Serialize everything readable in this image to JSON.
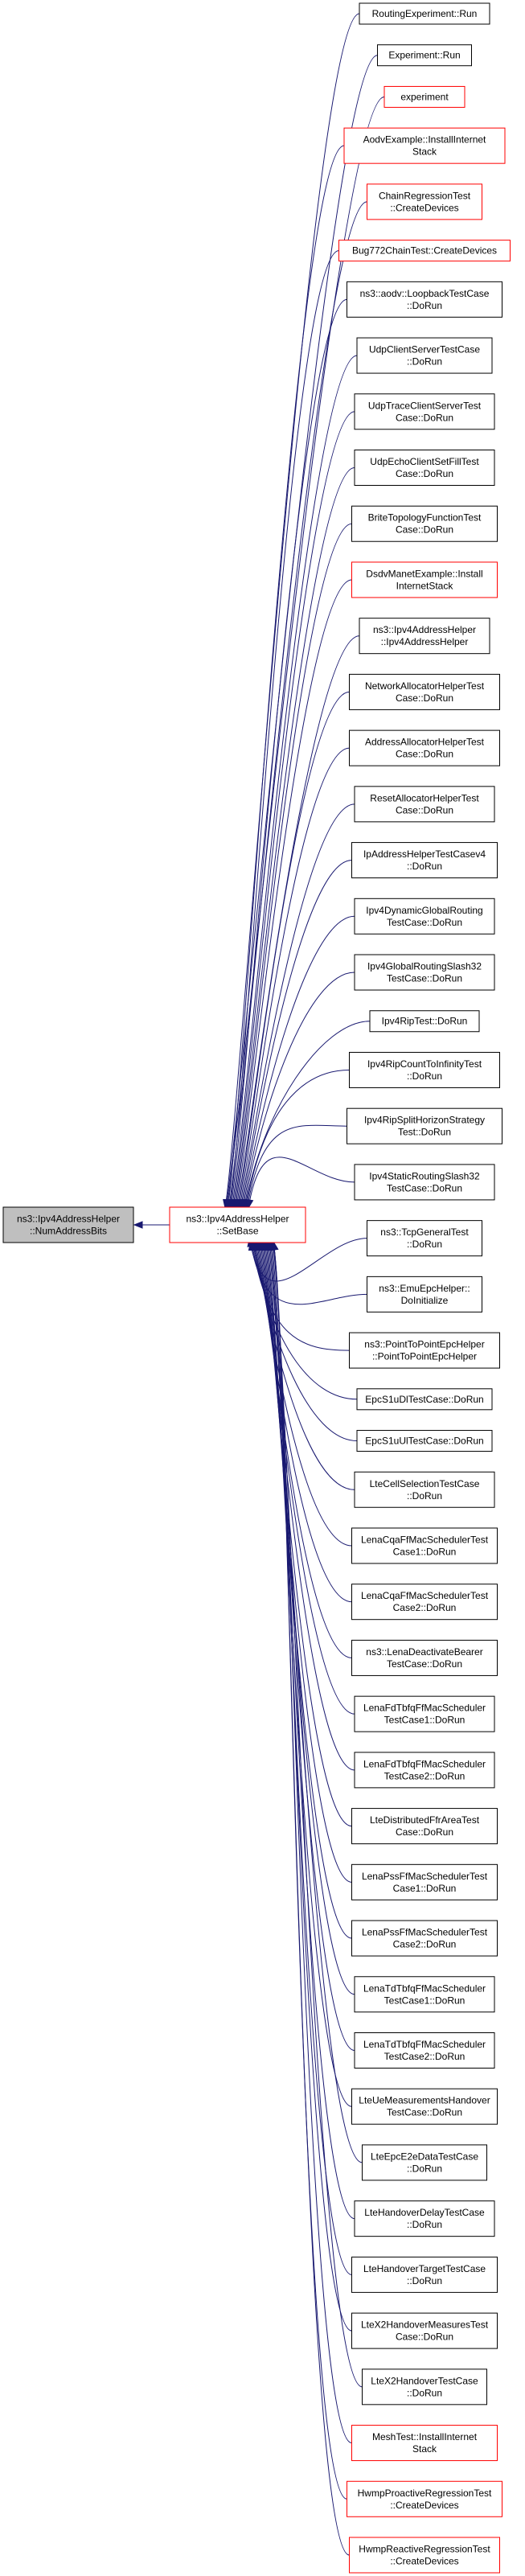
{
  "diagram": {
    "root": {
      "lines": [
        "ns3::Ipv4AddressHelper",
        "::NumAddressBits"
      ]
    },
    "hub": {
      "lines": [
        "ns3::Ipv4AddressHelper",
        "::SetBase"
      ],
      "border": "red"
    },
    "callers": [
      {
        "lines": [
          "RoutingExperiment::Run"
        ],
        "border": "black"
      },
      {
        "lines": [
          "Experiment::Run"
        ],
        "border": "black"
      },
      {
        "lines": [
          "experiment"
        ],
        "border": "red"
      },
      {
        "lines": [
          "AodvExample::InstallInternet",
          "Stack"
        ],
        "border": "red"
      },
      {
        "lines": [
          "ChainRegressionTest",
          "::CreateDevices"
        ],
        "border": "red"
      },
      {
        "lines": [
          "Bug772ChainTest::CreateDevices"
        ],
        "border": "red"
      },
      {
        "lines": [
          "ns3::aodv::LoopbackTestCase",
          "::DoRun"
        ],
        "border": "black"
      },
      {
        "lines": [
          "UdpClientServerTestCase",
          "::DoRun"
        ],
        "border": "black"
      },
      {
        "lines": [
          "UdpTraceClientServerTest",
          "Case::DoRun"
        ],
        "border": "black"
      },
      {
        "lines": [
          "UdpEchoClientSetFillTest",
          "Case::DoRun"
        ],
        "border": "black"
      },
      {
        "lines": [
          "BriteTopologyFunctionTest",
          "Case::DoRun"
        ],
        "border": "black"
      },
      {
        "lines": [
          "DsdvManetExample::Install",
          "InternetStack"
        ],
        "border": "red"
      },
      {
        "lines": [
          "ns3::Ipv4AddressHelper",
          "::Ipv4AddressHelper"
        ],
        "border": "black"
      },
      {
        "lines": [
          "NetworkAllocatorHelperTest",
          "Case::DoRun"
        ],
        "border": "black"
      },
      {
        "lines": [
          "AddressAllocatorHelperTest",
          "Case::DoRun"
        ],
        "border": "black"
      },
      {
        "lines": [
          "ResetAllocatorHelperTest",
          "Case::DoRun"
        ],
        "border": "black"
      },
      {
        "lines": [
          "IpAddressHelperTestCasev4",
          "::DoRun"
        ],
        "border": "black"
      },
      {
        "lines": [
          "Ipv4DynamicGlobalRouting",
          "TestCase::DoRun"
        ],
        "border": "black"
      },
      {
        "lines": [
          "Ipv4GlobalRoutingSlash32",
          "TestCase::DoRun"
        ],
        "border": "black"
      },
      {
        "lines": [
          "Ipv4RipTest::DoRun"
        ],
        "border": "black"
      },
      {
        "lines": [
          "Ipv4RipCountToInfinityTest",
          "::DoRun"
        ],
        "border": "black"
      },
      {
        "lines": [
          "Ipv4RipSplitHorizonStrategy",
          "Test::DoRun"
        ],
        "border": "black"
      },
      {
        "lines": [
          "Ipv4StaticRoutingSlash32",
          "TestCase::DoRun"
        ],
        "border": "black"
      },
      {
        "lines": [
          "ns3::TcpGeneralTest",
          "::DoRun"
        ],
        "border": "black"
      },
      {
        "lines": [
          "ns3::EmuEpcHelper::",
          "DoInitialize"
        ],
        "border": "black"
      },
      {
        "lines": [
          "ns3::PointToPointEpcHelper",
          "::PointToPointEpcHelper"
        ],
        "border": "black"
      },
      {
        "lines": [
          "EpcS1uDlTestCase::DoRun"
        ],
        "border": "black"
      },
      {
        "lines": [
          "EpcS1uUlTestCase::DoRun"
        ],
        "border": "black"
      },
      {
        "lines": [
          "LteCellSelectionTestCase",
          "::DoRun"
        ],
        "border": "black"
      },
      {
        "lines": [
          "LenaCqaFfMacSchedulerTest",
          "Case1::DoRun"
        ],
        "border": "black"
      },
      {
        "lines": [
          "LenaCqaFfMacSchedulerTest",
          "Case2::DoRun"
        ],
        "border": "black"
      },
      {
        "lines": [
          "ns3::LenaDeactivateBearer",
          "TestCase::DoRun"
        ],
        "border": "black"
      },
      {
        "lines": [
          "LenaFdTbfqFfMacScheduler",
          "TestCase1::DoRun"
        ],
        "border": "black"
      },
      {
        "lines": [
          "LenaFdTbfqFfMacScheduler",
          "TestCase2::DoRun"
        ],
        "border": "black"
      },
      {
        "lines": [
          "LteDistributedFfrAreaTest",
          "Case::DoRun"
        ],
        "border": "black"
      },
      {
        "lines": [
          "LenaPssFfMacSchedulerTest",
          "Case1::DoRun"
        ],
        "border": "black"
      },
      {
        "lines": [
          "LenaPssFfMacSchedulerTest",
          "Case2::DoRun"
        ],
        "border": "black"
      },
      {
        "lines": [
          "LenaTdTbfqFfMacScheduler",
          "TestCase1::DoRun"
        ],
        "border": "black"
      },
      {
        "lines": [
          "LenaTdTbfqFfMacScheduler",
          "TestCase2::DoRun"
        ],
        "border": "black"
      },
      {
        "lines": [
          "LteUeMeasurementsHandover",
          "TestCase::DoRun"
        ],
        "border": "black"
      },
      {
        "lines": [
          "LteEpcE2eDataTestCase",
          "::DoRun"
        ],
        "border": "black"
      },
      {
        "lines": [
          "LteHandoverDelayTestCase",
          "::DoRun"
        ],
        "border": "black"
      },
      {
        "lines": [
          "LteHandoverTargetTestCase",
          "::DoRun"
        ],
        "border": "black"
      },
      {
        "lines": [
          "LteX2HandoverMeasuresTest",
          "Case::DoRun"
        ],
        "border": "black"
      },
      {
        "lines": [
          "LteX2HandoverTestCase",
          "::DoRun"
        ],
        "border": "black"
      },
      {
        "lines": [
          "MeshTest::InstallInternet",
          "Stack"
        ],
        "border": "red"
      },
      {
        "lines": [
          "HwmpProactiveRegressionTest",
          "::CreateDevices"
        ],
        "border": "red"
      },
      {
        "lines": [
          "HwmpReactiveRegressionTest",
          "::CreateDevices"
        ],
        "border": "red"
      }
    ]
  },
  "colors": {
    "edge": "#191970",
    "root_fill": "#bfbfbf",
    "node_fill": "#ffffff",
    "border_black": "#000000",
    "border_red": "#ff0000"
  }
}
